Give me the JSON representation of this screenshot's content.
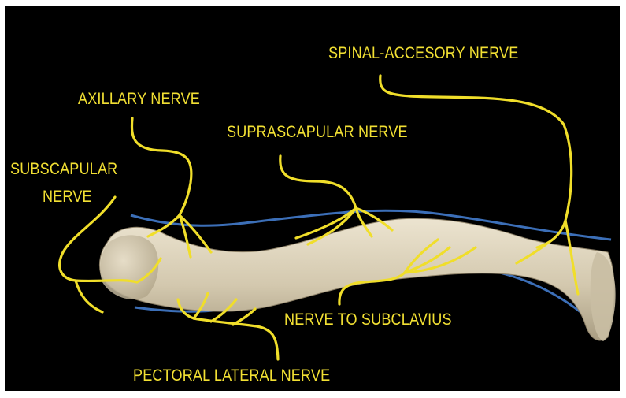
{
  "labels": {
    "spinal_accessory": "SPINAL-ACCESORY NERVE",
    "axillary": "AXILLARY NERVE",
    "suprascapular": "SUPRASCAPULAR NERVE",
    "subscapular_line1": "SUBSCAPULAR",
    "subscapular_line2": "NERVE",
    "nerve_to_subclavius": "NERVE TO SUBCLAVIUS",
    "pectoral_lateral": "PECTORAL LATERAL NERVE"
  },
  "colors": {
    "background": "#000000",
    "nerve": "#f0de2a",
    "vessel": "#3c6fb8",
    "bone": "#d6ccb4"
  }
}
